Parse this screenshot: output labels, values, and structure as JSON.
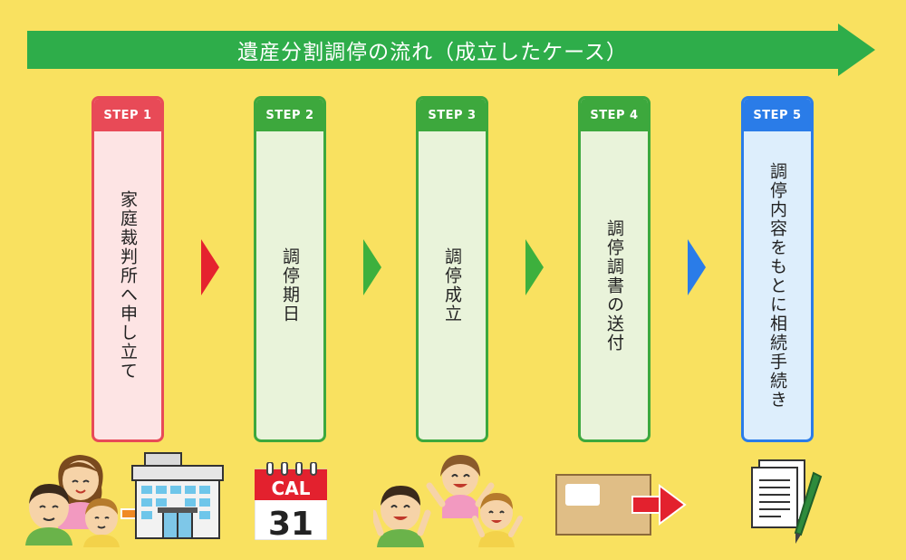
{
  "title": "遺産分割調停の流れ（成立したケース）",
  "steps": [
    {
      "label": "STEP 1",
      "text": "家庭裁判所へ申し立て"
    },
    {
      "label": "STEP 2",
      "text": "調停期日"
    },
    {
      "label": "STEP 3",
      "text": "調停成立"
    },
    {
      "label": "STEP 4",
      "text": "調停調書の送付"
    },
    {
      "label": "STEP 5",
      "text": "調停内容をもとに相続手続き"
    }
  ],
  "calendar": {
    "header": "CAL",
    "day": "31"
  },
  "colors": {
    "background": "#F9E160",
    "banner": "#2EAD4A",
    "red": "#E84A57",
    "green": "#3DA83D",
    "blue": "#2A7CE8"
  }
}
